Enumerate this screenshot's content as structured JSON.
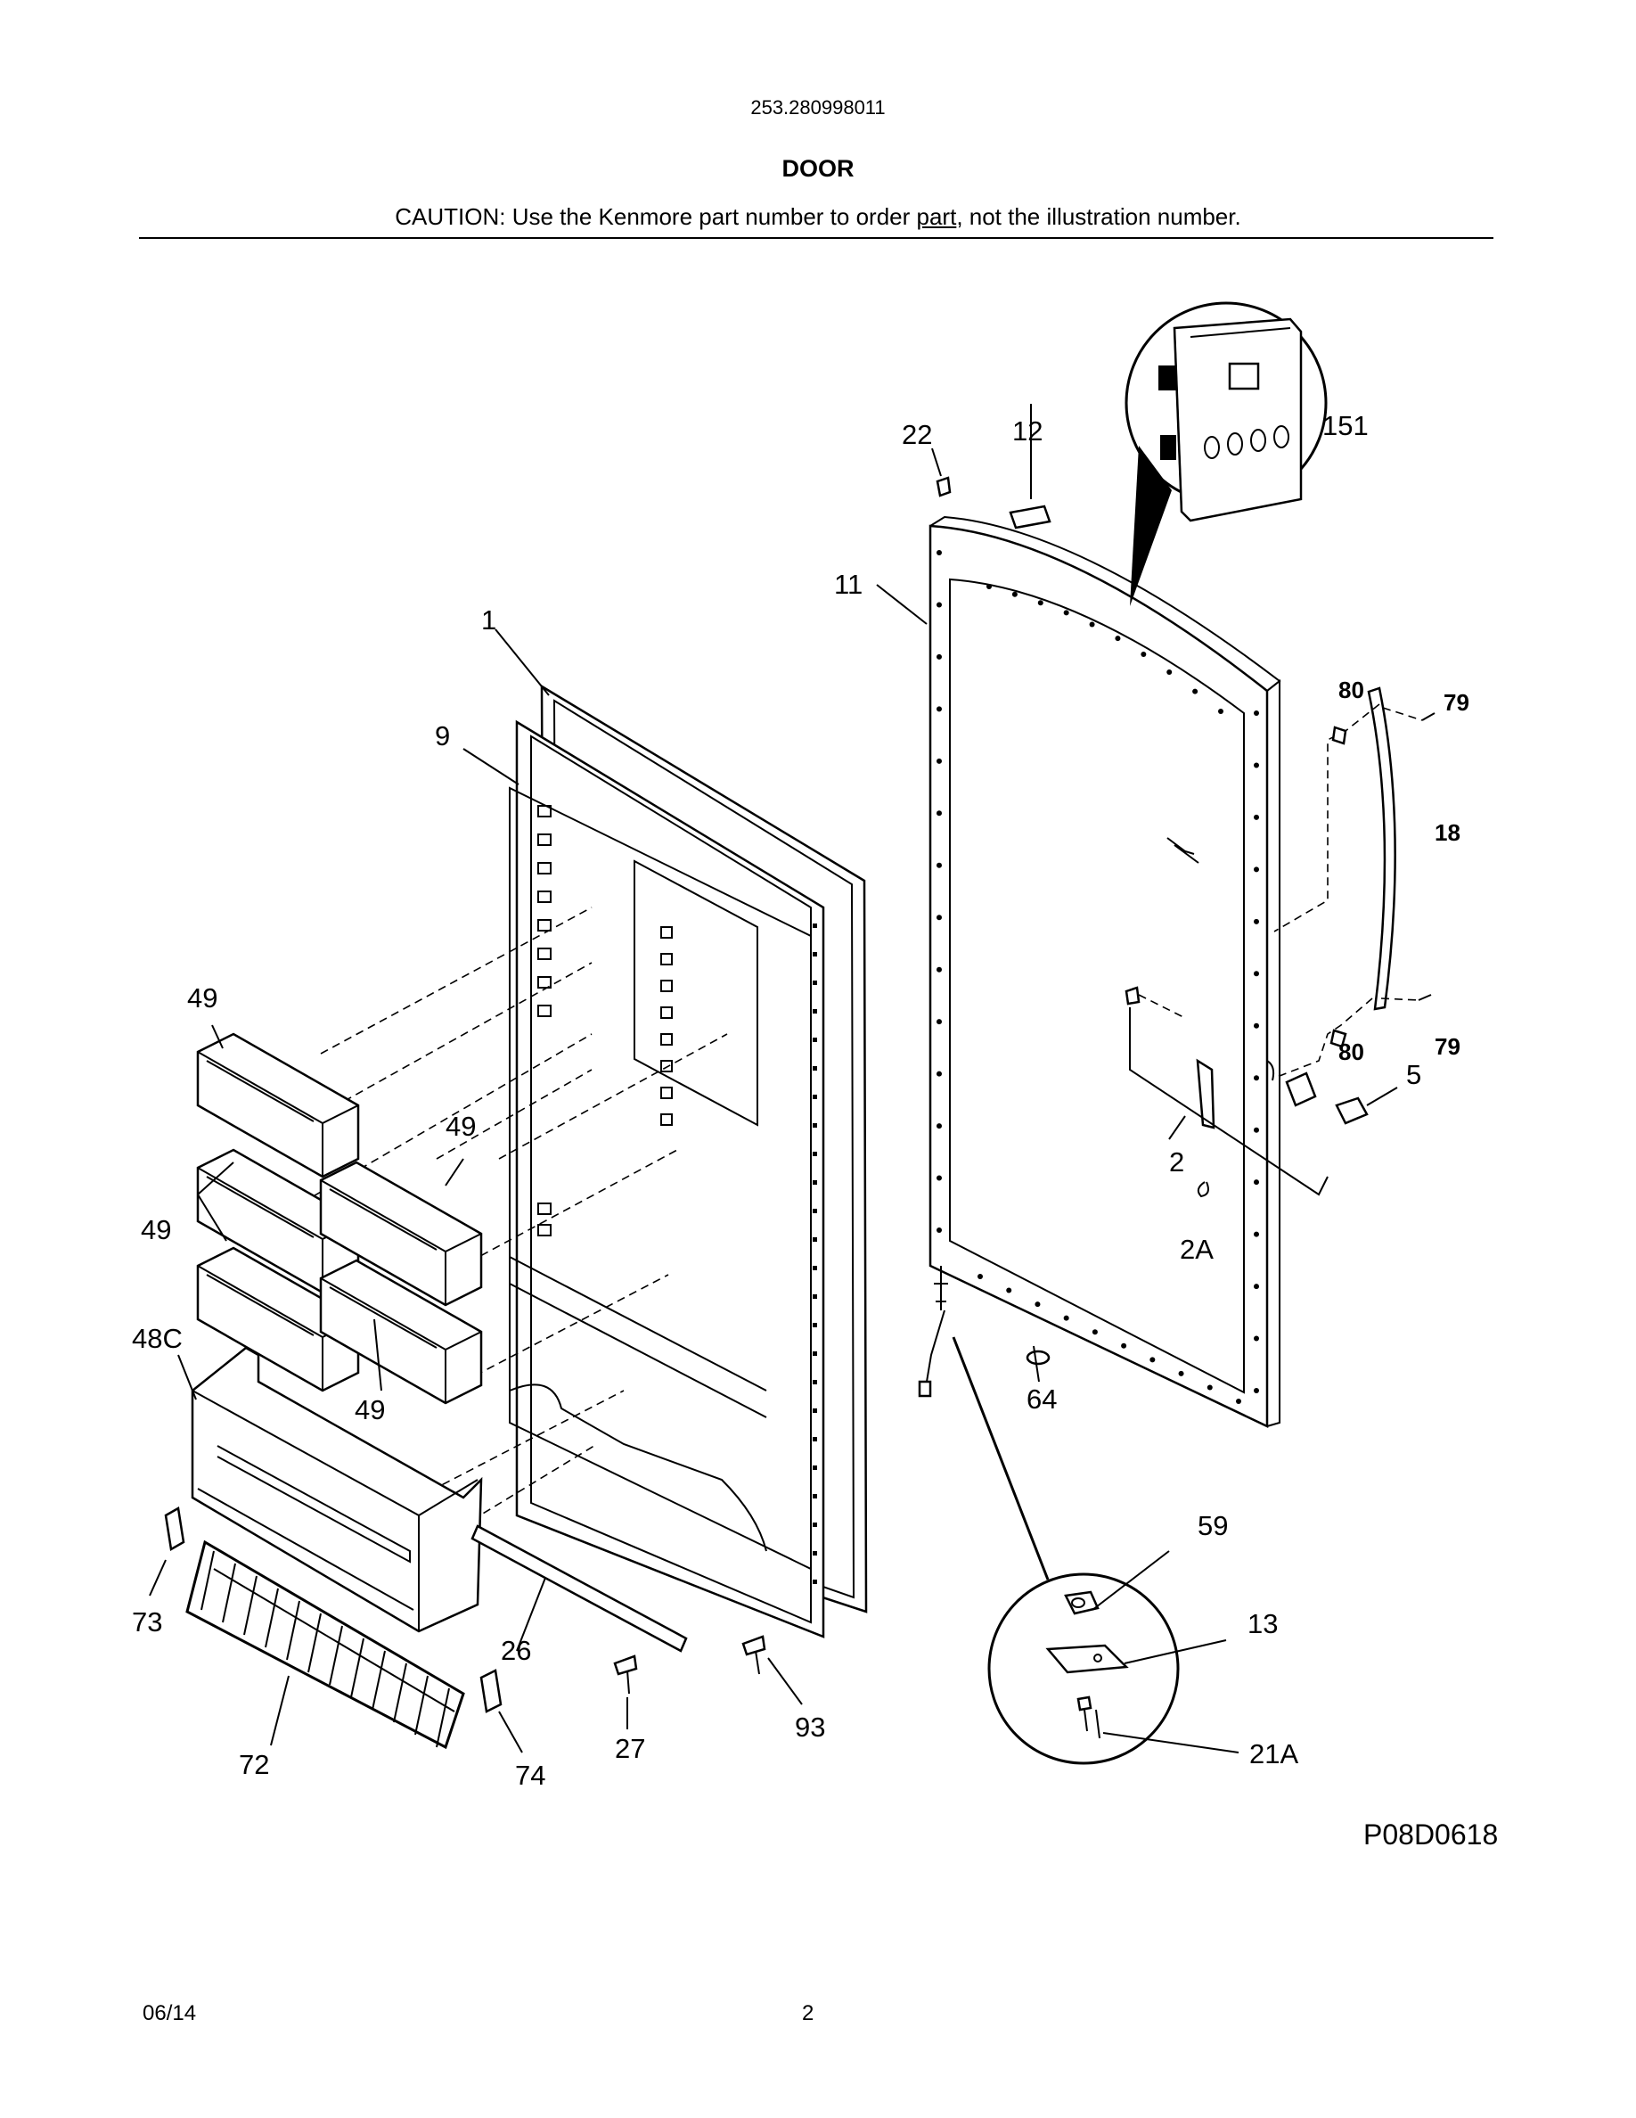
{
  "header": {
    "model_number": "253.280998011",
    "section_title": "DOOR",
    "caution_before": "CAUTION: Use the Kenmore part number to order ",
    "caution_link": "part",
    "caution_after": ", not the illustration number."
  },
  "callouts": {
    "c1": "1",
    "c2": "2",
    "c2A": "2A",
    "c5": "5",
    "c9": "9",
    "c11": "11",
    "c12": "12",
    "c13": "13",
    "c18": "18",
    "c21A": "21A",
    "c22": "22",
    "c26": "26",
    "c27": "27",
    "c48C": "48C",
    "c49": "49",
    "c59": "59",
    "c64": "64",
    "c72": "72",
    "c73": "73",
    "c74": "74",
    "c79": "79",
    "c80": "80",
    "c93": "93",
    "c151": "151"
  },
  "drawing_code": "P08D0618",
  "footer": {
    "date": "06/14",
    "page": "2"
  }
}
